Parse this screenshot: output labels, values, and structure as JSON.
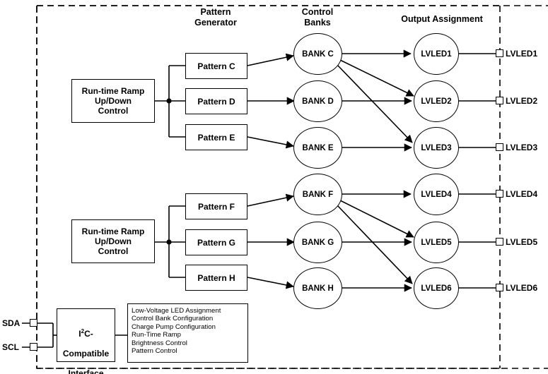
{
  "diagram": {
    "title_absent": true,
    "headers": [
      {
        "name": "pattern-generator",
        "text": "Pattern\nGenerator"
      },
      {
        "name": "control-banks",
        "text": "Control\nBanks"
      },
      {
        "name": "output-assignment",
        "text": "Output Assignment"
      }
    ],
    "ramp_controls": [
      {
        "name": "ramp-control-top",
        "text": "Run-time Ramp\nUp/Down\nControl"
      },
      {
        "name": "ramp-control-bottom",
        "text": "Run-time Ramp\nUp/Down\nControl"
      }
    ],
    "patterns": [
      {
        "label": "Pattern C"
      },
      {
        "label": "Pattern D"
      },
      {
        "label": "Pattern E"
      },
      {
        "label": "Pattern F"
      },
      {
        "label": "Pattern G"
      },
      {
        "label": "Pattern H"
      }
    ],
    "banks": [
      {
        "label": "BANK C"
      },
      {
        "label": "BANK D"
      },
      {
        "label": "BANK E"
      },
      {
        "label": "BANK F"
      },
      {
        "label": "BANK G"
      },
      {
        "label": "BANK H"
      }
    ],
    "leds": [
      {
        "label": "LVLED1",
        "pin_label": "LVLED1"
      },
      {
        "label": "LVLED2",
        "pin_label": "LVLED2"
      },
      {
        "label": "LVLED3",
        "pin_label": "LVLED3"
      },
      {
        "label": "LVLED4",
        "pin_label": "LVLED4"
      },
      {
        "label": "LVLED5",
        "pin_label": "LVLED5"
      },
      {
        "label": "LVLED6",
        "pin_label": "LVLED6"
      }
    ],
    "interface": {
      "name": "i2c-interface",
      "line1": "I",
      "sup": "2",
      "line2": "C-",
      "line3": "Compatible",
      "line4": "Interface"
    },
    "bus_pins": [
      {
        "label": "SDA"
      },
      {
        "label": "SCL"
      }
    ],
    "feature_list": [
      "Low-Voltage LED Assignment",
      "Control Bank Configuration",
      "Charge Pump Configuration",
      "Run-Time Ramp",
      "Brightness Control",
      "Pattern Control"
    ]
  }
}
